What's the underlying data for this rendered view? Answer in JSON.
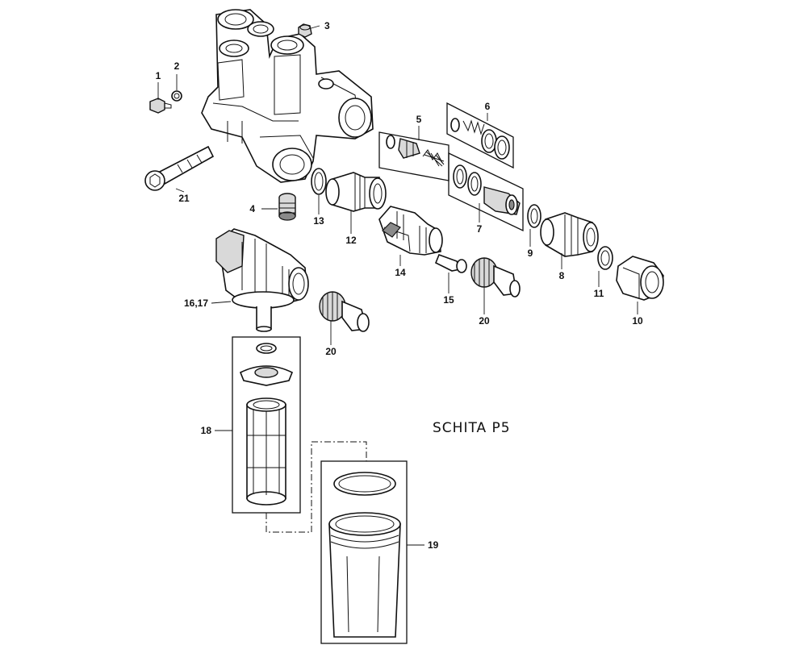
{
  "caption": "SCHITA P5",
  "labels": {
    "p1": "1",
    "p2": "2",
    "p3": "3",
    "p4": "4",
    "p5": "5",
    "p6": "6",
    "p7": "7",
    "p8": "8",
    "p9": "9",
    "p10": "10",
    "p11": "11",
    "p12": "12",
    "p13": "13",
    "p14": "14",
    "p15": "15",
    "p16_17": "16,17",
    "p18": "18",
    "p19": "19",
    "p20a": "20",
    "p20b": "20",
    "p21": "21"
  }
}
